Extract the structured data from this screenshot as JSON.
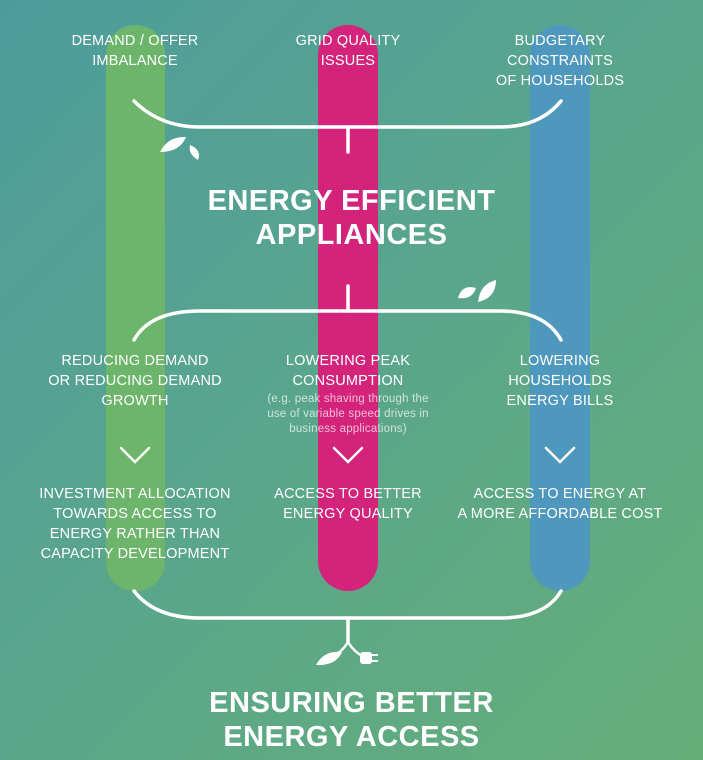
{
  "colors": {
    "green": "#6db56a",
    "pink": "#d4237a",
    "blue": "#4f98bd"
  },
  "top": [
    "DEMAND / OFFER\nIMBALANCE",
    "GRID QUALITY\nISSUES",
    "BUDGETARY\nCONSTRAINTS\nOF HOUSEHOLDS"
  ],
  "center_title": "ENERGY EFFICIENT\nAPPLIANCES",
  "middle": [
    "REDUCING DEMAND\nOR REDUCING DEMAND\nGROWTH",
    "LOWERING PEAK\nCONSUMPTION",
    "LOWERING\nHOUSEHOLDS\nENERGY BILLS"
  ],
  "middle_note": "(e.g. peak shaving through the\nuse of variable speed drives in\nbusiness applications)",
  "outcomes": [
    "INVESTMENT ALLOCATION\nTOWARDS ACCESS TO\nENERGY RATHER THAN\nCAPACITY DEVELOPMENT",
    "ACCESS TO BETTER\nENERGY QUALITY",
    "ACCESS TO ENERGY AT\nA MORE AFFORDABLE COST"
  ],
  "bottom_title": "ENSURING BETTER\nENERGY ACCESS"
}
